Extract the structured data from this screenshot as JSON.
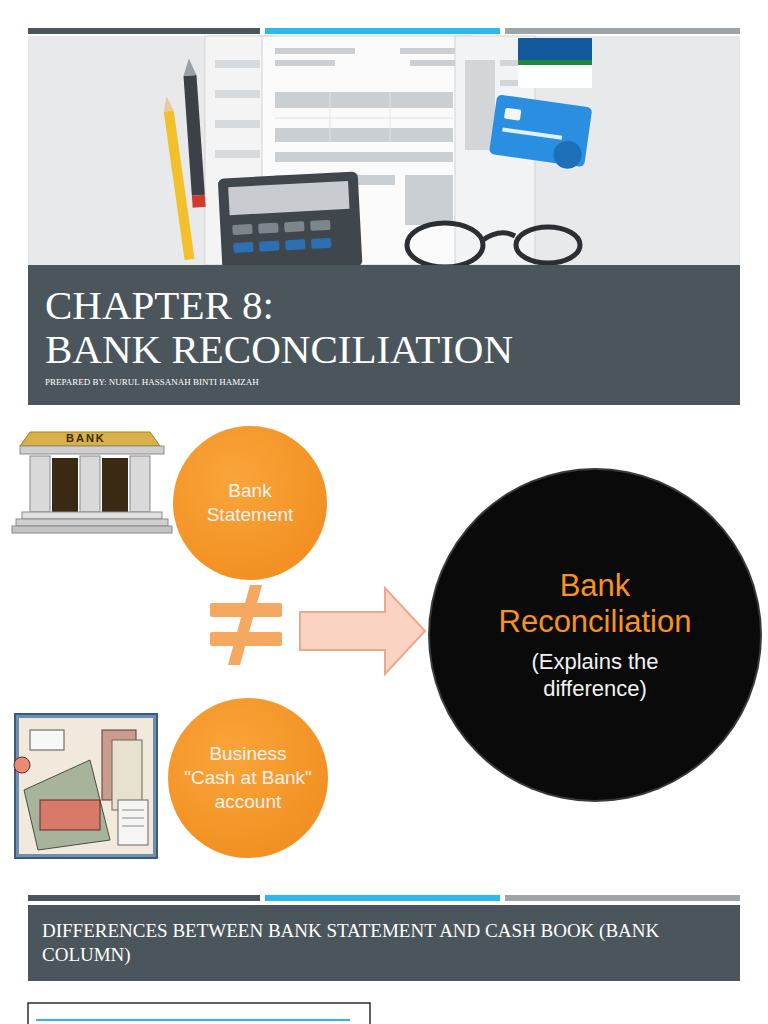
{
  "diagram": {
    "nodes": [
      {
        "text": [
          "CHAPTER 8: BANK RECONCILIATION",
          "PREPARED BY: NURUL HASSANAH BINTI HAMZAH"
        ]
      },
      {
        "text": [
          "Bank Statement"
        ]
      },
      {
        "text": [
          "Bank Reconciliation",
          "(Explains the difference)"
        ]
      },
      {
        "text": [
          "Business \"Cash at Bank\" account"
        ]
      },
      {
        "text": [
          "DIFFERENCES BETWEEN BANK STATEMENT AND CASH BOOK (BANK COLUMN)"
        ]
      }
    ],
    "labels": [
      "BANK"
    ]
  }
}
